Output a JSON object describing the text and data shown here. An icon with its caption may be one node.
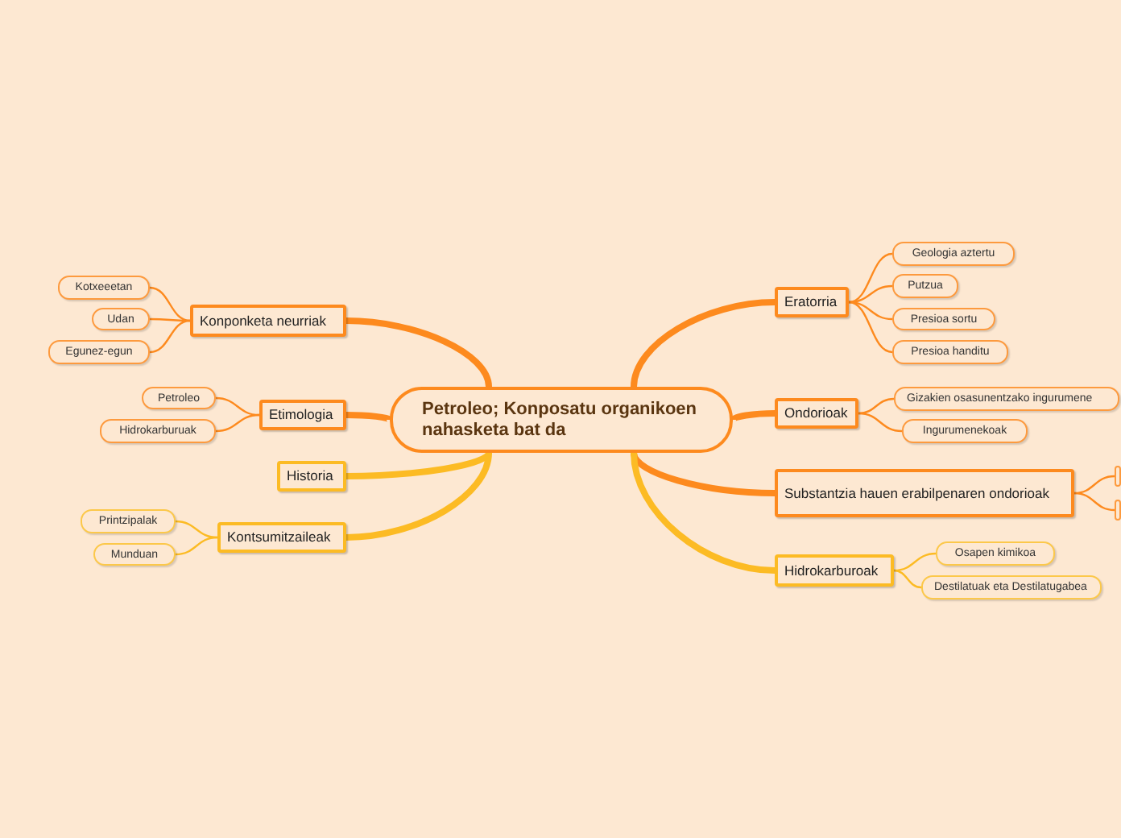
{
  "diagram": {
    "nodes": [
      {
        "text": [
          "Petroleo; Konposatu organikoen nahasketa bat da"
        ]
      },
      {
        "text": [
          "Konponketa neurriak"
        ]
      },
      {
        "text": [
          "Kotxeeetan"
        ]
      },
      {
        "text": [
          "Udan"
        ]
      },
      {
        "text": [
          "Egunez-egun"
        ]
      },
      {
        "text": [
          "Etimologia"
        ]
      },
      {
        "text": [
          "Petroleo"
        ]
      },
      {
        "text": [
          "Hidrokarburuak"
        ]
      },
      {
        "text": [
          "Historia"
        ]
      },
      {
        "text": [
          "Kontsumitzaileak"
        ]
      },
      {
        "text": [
          "Printzipalak"
        ]
      },
      {
        "text": [
          "Munduan"
        ]
      },
      {
        "text": [
          "Eratorria"
        ]
      },
      {
        "text": [
          "Geologia aztertu"
        ]
      },
      {
        "text": [
          "Putzua"
        ]
      },
      {
        "text": [
          "Presioa sortu"
        ]
      },
      {
        "text": [
          "Presioa handitu"
        ]
      },
      {
        "text": [
          "Ondorioak"
        ]
      },
      {
        "text": [
          "Gizakien osasunentzako ingurumene"
        ]
      },
      {
        "text": [
          "Ingurumenekoak"
        ]
      },
      {
        "text": [
          "Substantzia hauen erabilpenaren ondorioak"
        ]
      },
      {
        "text": [],
        "shape": "box"
      },
      {
        "text": [],
        "shape": "box"
      },
      {
        "text": [
          "Hidrokarburoak"
        ]
      },
      {
        "text": [
          "Osapen kimikoa"
        ]
      },
      {
        "text": [
          "Destilatuak eta Destilatugabea"
        ]
      }
    ],
    "edges": [
      {
        "from": 0,
        "to": 1,
        "arrow": "none",
        "style": "thick"
      },
      {
        "from": 1,
        "to": 2,
        "arrow": "none"
      },
      {
        "from": 1,
        "to": 3,
        "arrow": "none"
      },
      {
        "from": 1,
        "to": 4,
        "arrow": "none"
      },
      {
        "from": 0,
        "to": 5,
        "arrow": "none",
        "style": "thick"
      },
      {
        "from": 5,
        "to": 6,
        "arrow": "none"
      },
      {
        "from": 5,
        "to": 7,
        "arrow": "none"
      },
      {
        "from": 0,
        "to": 8,
        "arrow": "none",
        "style": "thick",
        "color": "#fcbb24"
      },
      {
        "from": 0,
        "to": 9,
        "arrow": "none",
        "style": "thick",
        "color": "#fcbb24"
      },
      {
        "from": 9,
        "to": 10,
        "arrow": "none",
        "color": "#fcbb24"
      },
      {
        "from": 9,
        "to": 11,
        "arrow": "none",
        "color": "#fcbb24"
      },
      {
        "from": 0,
        "to": 12,
        "arrow": "none",
        "style": "thick"
      },
      {
        "from": 12,
        "to": 13,
        "arrow": "none"
      },
      {
        "from": 12,
        "to": 14,
        "arrow": "none"
      },
      {
        "from": 12,
        "to": 15,
        "arrow": "none"
      },
      {
        "from": 12,
        "to": 16,
        "arrow": "none"
      },
      {
        "from": 0,
        "to": 17,
        "arrow": "none",
        "style": "thick"
      },
      {
        "from": 17,
        "to": 18,
        "arrow": "none"
      },
      {
        "from": 17,
        "to": 19,
        "arrow": "none"
      },
      {
        "from": 0,
        "to": 20,
        "arrow": "none",
        "style": "thick"
      },
      {
        "from": 20,
        "to": 21,
        "arrow": "none"
      },
      {
        "from": 20,
        "to": 22,
        "arrow": "none"
      },
      {
        "from": 0,
        "to": 23,
        "arrow": "none",
        "style": "thick",
        "color": "#fcbb24"
      },
      {
        "from": 23,
        "to": 24,
        "arrow": "none",
        "color": "#fcbb24"
      },
      {
        "from": 23,
        "to": 25,
        "arrow": "none",
        "color": "#fcbb24"
      }
    ]
  }
}
